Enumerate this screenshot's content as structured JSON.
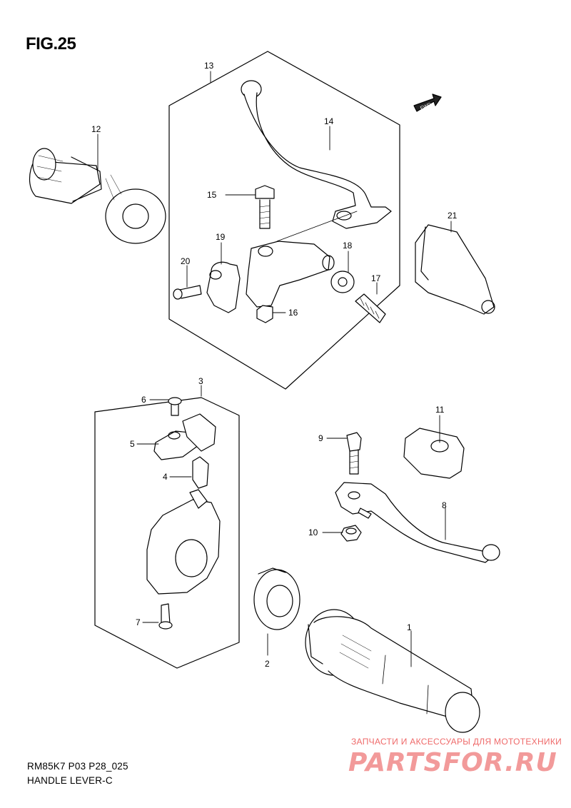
{
  "figure": {
    "title": "FIG.25",
    "model_code": "RM85K7 P03 P28_025",
    "part_name": "HANDLE LEVER-C"
  },
  "fwd_arrow": {
    "label": "FWD"
  },
  "callouts": [
    "1",
    "2",
    "3",
    "4",
    "5",
    "6",
    "7",
    "8",
    "9",
    "10",
    "11",
    "12",
    "13",
    "14",
    "15",
    "16",
    "17",
    "18",
    "19",
    "20",
    "21"
  ],
  "watermark": {
    "tagline": "ЗАПЧАСТИ И АКСЕССУАРЫ ДЛЯ МОТОТЕХНИКИ",
    "site": "PARTSFOR.RU"
  },
  "colors": {
    "line": "#000000",
    "watermark": "#f29a9a"
  }
}
